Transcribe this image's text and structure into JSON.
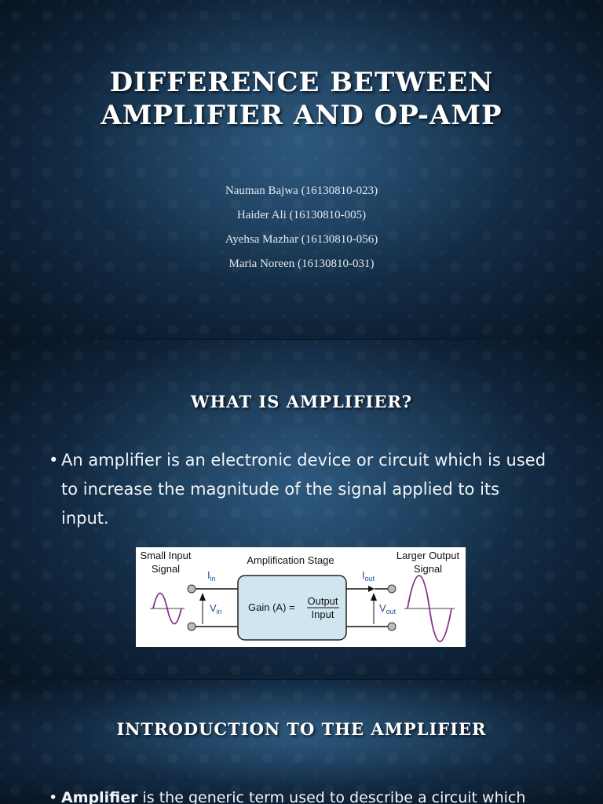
{
  "slide1": {
    "title_line1": "DIFFERENCE BETWEEN",
    "title_line2": "AMPLIFIER AND OP-AMP",
    "authors": [
      "Nauman Bajwa (16130810-023)",
      "Haider Ali (16130810-005)",
      "Ayehsa Mazhar (16130810-056)",
      "Maria Noreen (16130810-031)"
    ]
  },
  "slide2": {
    "heading": "WHAT IS AMPLIFIER?",
    "bullet_dot": "•",
    "bullet_text": "An amplifier is an electronic device or circuit which is used to increase the magnitude of the signal applied to its input.",
    "diagram": {
      "input_label_1": "Small Input",
      "input_label_2": "Signal",
      "stage_label": "Amplification Stage",
      "output_label_1": "Larger Output",
      "output_label_2": "Signal",
      "iin_main": "I",
      "iin_sub": "in",
      "iout_main": "I",
      "iout_sub": "out",
      "vin_main": "V",
      "vin_sub": "in",
      "vout_main": "V",
      "vout_sub": "out",
      "gain_label": "Gain (A) =",
      "fraction_top": "Output",
      "fraction_bottom": "Input"
    }
  },
  "slide3": {
    "heading": "INTRODUCTION TO THE AMPLIFIER",
    "bullet_dot": "•",
    "bullet_bold": "Amplifier",
    "bullet_rest": " is the generic term used to describe a circuit which"
  },
  "colors": {
    "background": "#10263d",
    "title_text": "#ffffff",
    "body_text": "#f2f4f7",
    "diagram_box": "#cfe6f1",
    "diagram_label_blue": "#1f4fa3"
  }
}
